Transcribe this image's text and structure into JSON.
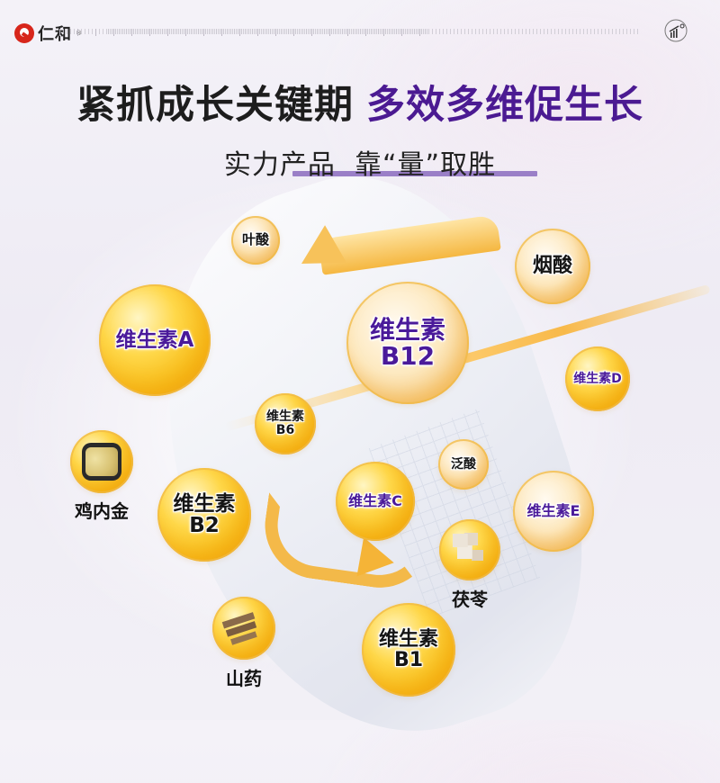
{
  "header": {
    "brand_name": "仁和",
    "brand_registered_mark": "®",
    "logo_color": "#d7261b",
    "right_icon": "growth-chart-icon"
  },
  "headline": {
    "part1": "紧抓成长关键期",
    "part2": "多效多维促生长",
    "part1_color": "#1d1d1d",
    "part2_color": "#4b1a92"
  },
  "subline": {
    "text": "实力产品  靠“量”取胜",
    "underline_color": "#9a7fc7"
  },
  "nutrients": [
    {
      "id": "folic-acid",
      "label": "叶酸",
      "style": "clear",
      "text_color": "black"
    },
    {
      "id": "niacin",
      "label": "烟酸",
      "style": "clear",
      "text_color": "black"
    },
    {
      "id": "vitamin-a",
      "label": "维生素A",
      "style": "gold",
      "text_color": "purple"
    },
    {
      "id": "vitamin-b12",
      "line1": "维生素",
      "line2": "B12",
      "style": "clear",
      "text_color": "purple"
    },
    {
      "id": "vitamin-d",
      "label": "维生素D",
      "style": "gold",
      "text_color": "purple"
    },
    {
      "id": "vitamin-b6",
      "line1": "维生素",
      "line2": "B6",
      "style": "gold",
      "text_color": "black"
    },
    {
      "id": "pantothenic-acid",
      "label": "泛酸",
      "style": "clear",
      "text_color": "black"
    },
    {
      "id": "vitamin-b2",
      "line1": "维生素",
      "line2": "B2",
      "style": "gold",
      "text_color": "black"
    },
    {
      "id": "vitamin-c",
      "label": "维生素C",
      "style": "gold",
      "text_color": "purple"
    },
    {
      "id": "vitamin-e",
      "label": "维生素E",
      "style": "clear",
      "text_color": "purple"
    },
    {
      "id": "vitamin-b1",
      "line1": "维生素",
      "line2": "B1",
      "style": "gold",
      "text_color": "black"
    }
  ],
  "herbs": [
    {
      "id": "chicken-gizzard",
      "label": "鸡内金"
    },
    {
      "id": "poria",
      "label": "茯苓"
    },
    {
      "id": "chinese-yam",
      "label": "山药"
    }
  ]
}
